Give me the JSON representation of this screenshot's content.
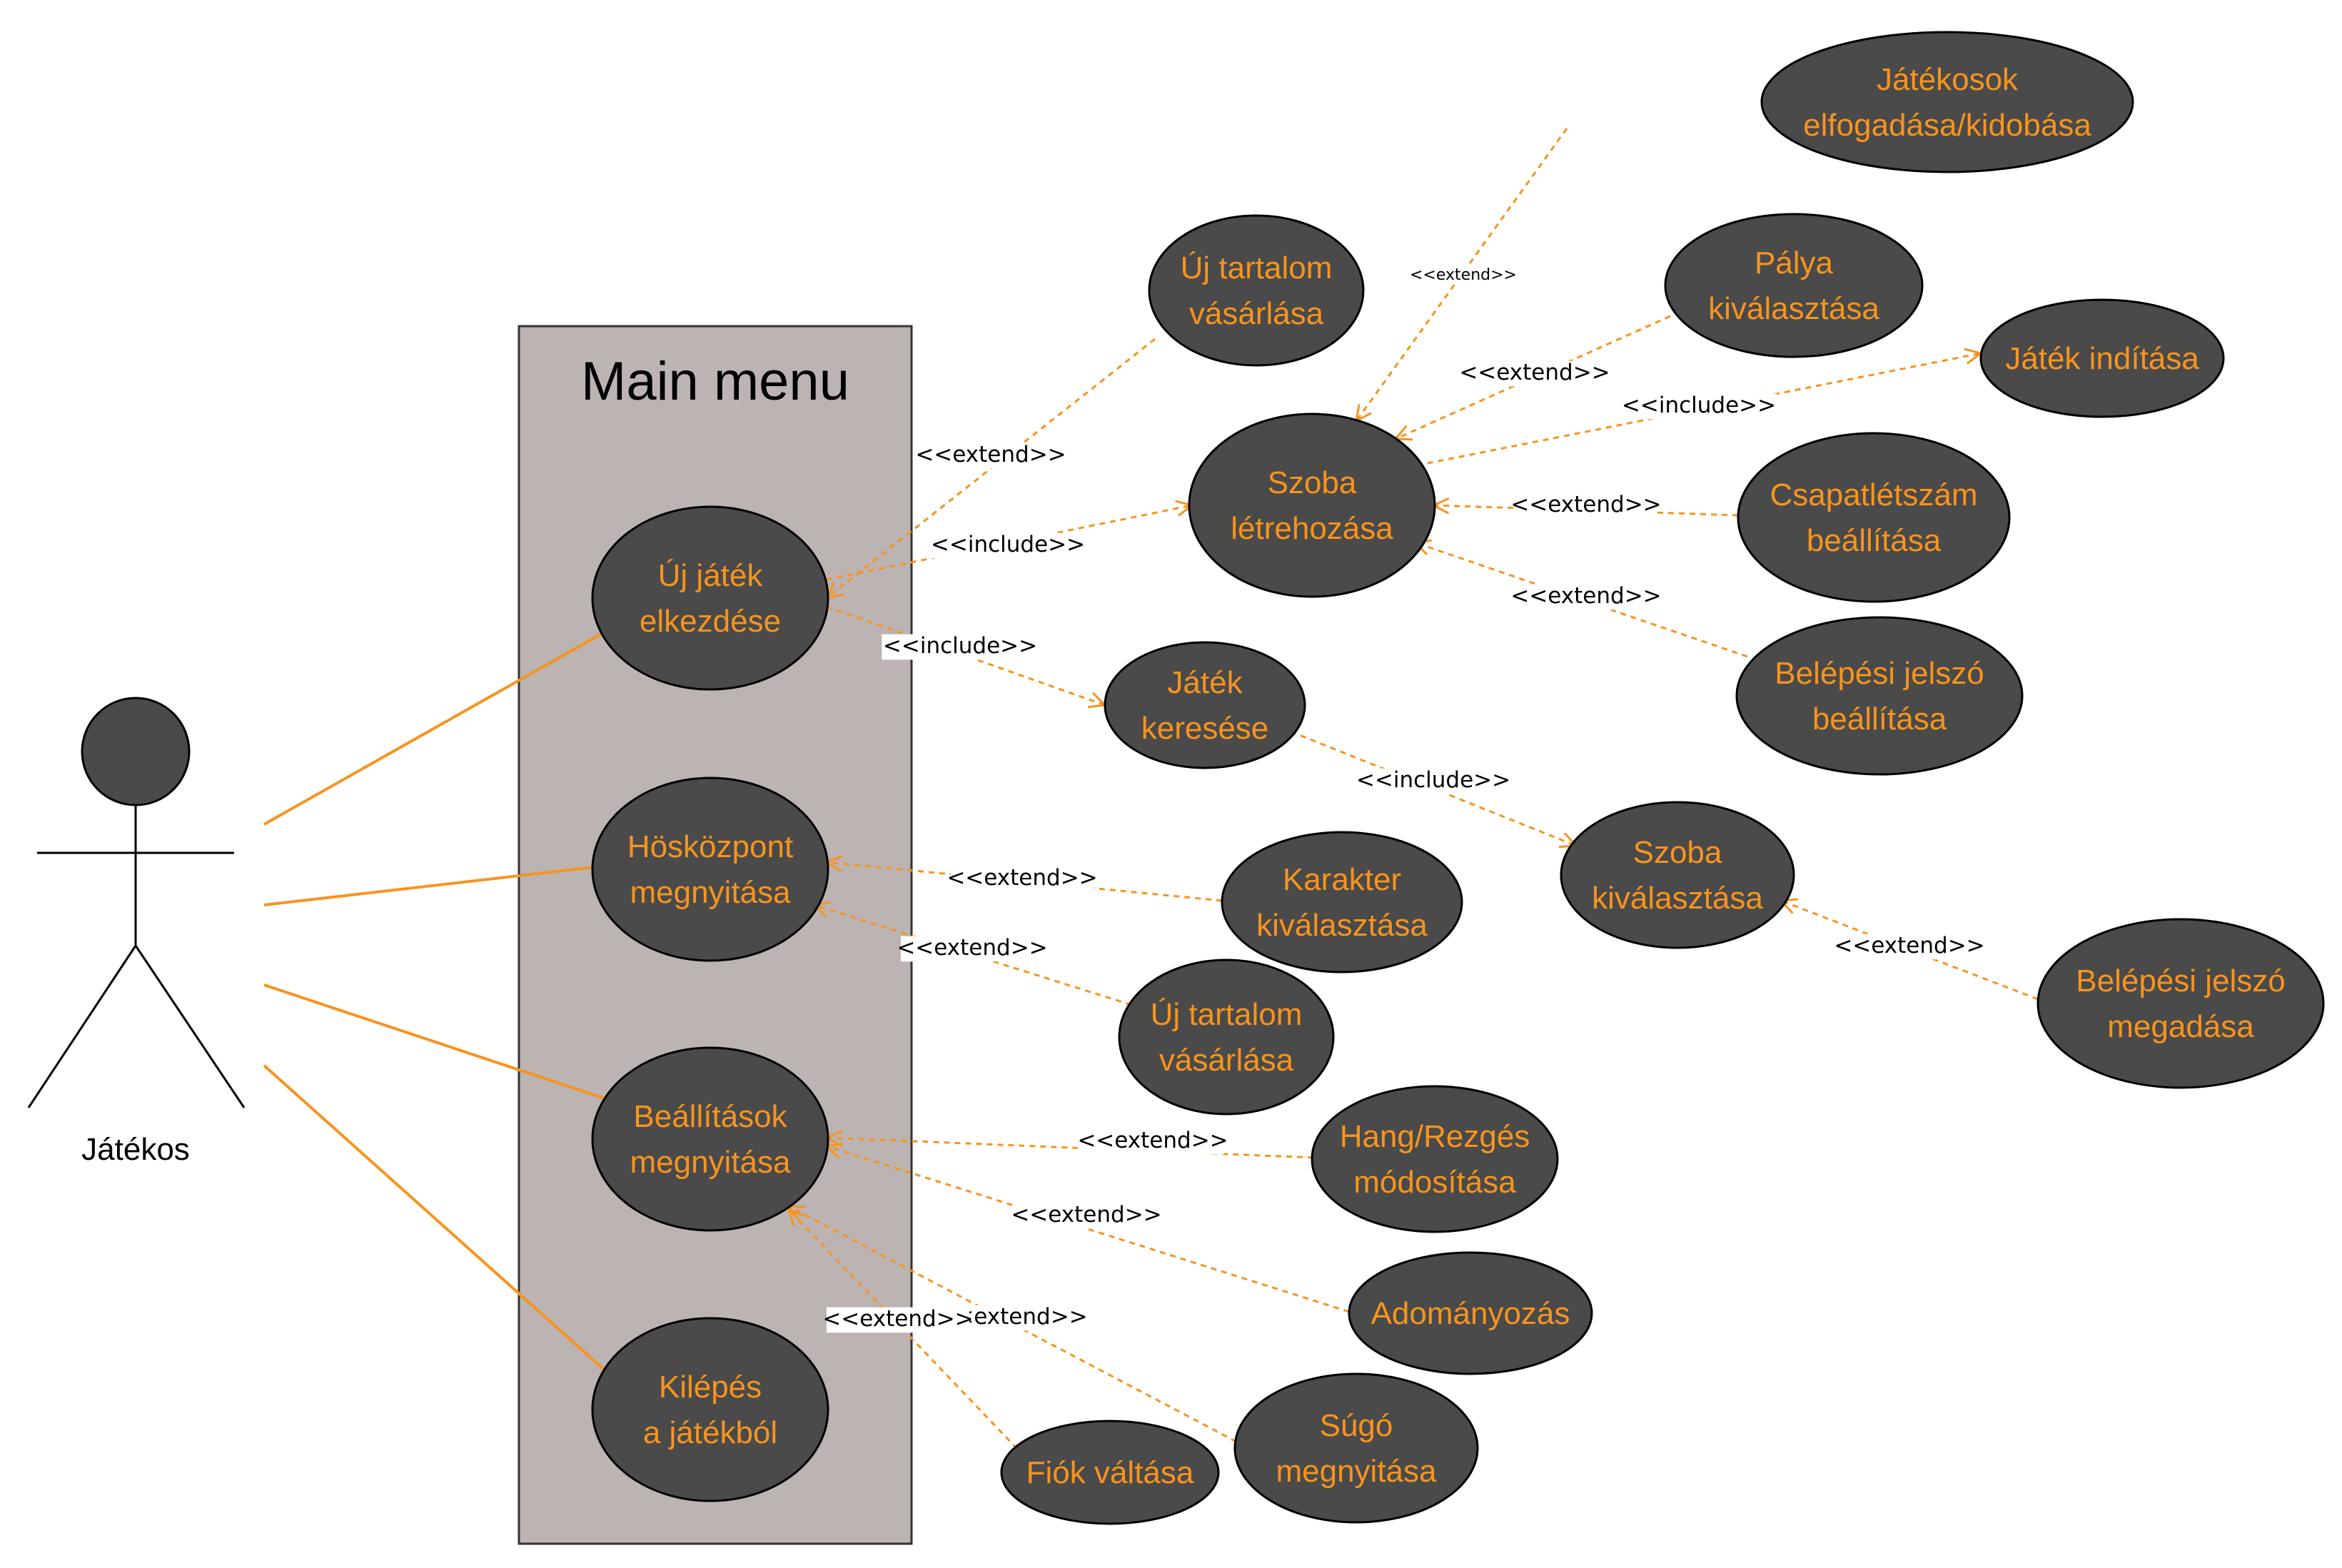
{
  "system": {
    "title": "Main menu"
  },
  "actor": {
    "name": "Játékos"
  },
  "use_cases": [
    {
      "id": "uj_jatek",
      "lines": [
        "Új játék",
        "elkezdése"
      ]
    },
    {
      "id": "hoskozpont",
      "lines": [
        "Hösközpont",
        "megnyitása"
      ]
    },
    {
      "id": "beallitasok",
      "lines": [
        "Beállítások",
        "megnyitása"
      ]
    },
    {
      "id": "kilepes",
      "lines": [
        "Kilépés",
        "a játékból"
      ]
    },
    {
      "id": "uj_tartalom_1",
      "lines": [
        "Új tartalom",
        "vásárlása"
      ]
    },
    {
      "id": "szoba_letrehozasa",
      "lines": [
        "Szoba",
        "létrehozása"
      ]
    },
    {
      "id": "jatek_keresese",
      "lines": [
        "Játék",
        "keresése"
      ]
    },
    {
      "id": "jatekosok_elfogadasa",
      "lines": [
        "Játékosok",
        "elfogadása/kidobása"
      ]
    },
    {
      "id": "palya_kivalasztasa",
      "lines": [
        "Pálya",
        "kiválasztása"
      ]
    },
    {
      "id": "jatek_inditasa",
      "lines": [
        "Játék indítása"
      ]
    },
    {
      "id": "csapatletszam",
      "lines": [
        "Csapatlétszám",
        "beállítása"
      ]
    },
    {
      "id": "belepesi_jelszo_beallitasa",
      "lines": [
        "Belépési jelszó",
        "beállítása"
      ]
    },
    {
      "id": "szoba_kivalasztasa",
      "lines": [
        "Szoba",
        "kiválasztása"
      ]
    },
    {
      "id": "belepesi_jelszo_megadasa",
      "lines": [
        "Belépési jelszó",
        "megadása"
      ]
    },
    {
      "id": "karakter_kivalasztasa",
      "lines": [
        "Karakter",
        "kiválasztása"
      ]
    },
    {
      "id": "uj_tartalom_2",
      "lines": [
        "Új tartalom",
        "vásárlása"
      ]
    },
    {
      "id": "hang_rezges",
      "lines": [
        "Hang/Rezgés",
        "módosítása"
      ]
    },
    {
      "id": "adomanyozas",
      "lines": [
        "Adományozás"
      ]
    },
    {
      "id": "sugo",
      "lines": [
        "Súgó",
        "megnyitása"
      ]
    },
    {
      "id": "fiok_valtasa",
      "lines": [
        "Fiók váltása"
      ]
    }
  ],
  "relations": [
    {
      "from": "uj_tartalom_1",
      "to": "uj_jatek",
      "label": "<<extend>>"
    },
    {
      "from": "uj_jatek",
      "to": "szoba_letrehozasa",
      "label": "<<include>>"
    },
    {
      "from": "uj_jatek",
      "to": "jatek_keresese",
      "label": "<<include>>"
    },
    {
      "from": "jatekosok_elfogadasa",
      "to": "szoba_letrehozasa",
      "label": "<<extend>>"
    },
    {
      "from": "palya_kivalasztasa",
      "to": "szoba_letrehozasa",
      "label": "<<extend>>"
    },
    {
      "from": "szoba_letrehozasa",
      "to": "jatek_inditasa",
      "label": "<<include>>"
    },
    {
      "from": "csapatletszam",
      "to": "szoba_letrehozasa",
      "label": "<<extend>>"
    },
    {
      "from": "belepesi_jelszo_beallitasa",
      "to": "szoba_letrehozasa",
      "label": "<<extend>>"
    },
    {
      "from": "jatek_keresese",
      "to": "szoba_kivalasztasa",
      "label": "<<include>>"
    },
    {
      "from": "belepesi_jelszo_megadasa",
      "to": "szoba_kivalasztasa",
      "label": "<<extend>>"
    },
    {
      "from": "karakter_kivalasztasa",
      "to": "hoskozpont",
      "label": "<<extend>>"
    },
    {
      "from": "uj_tartalom_2",
      "to": "hoskozpont",
      "label": "<<extend>>"
    },
    {
      "from": "hang_rezges",
      "to": "beallitasok",
      "label": "<<extend>>"
    },
    {
      "from": "adomanyozas",
      "to": "beallitasok",
      "label": "<<extend>>"
    },
    {
      "from": "sugo",
      "to": "beallitasok",
      "label": "<<extend>>"
    },
    {
      "from": "fiok_valtasa",
      "to": "beallitasok",
      "label": "<<extend>>"
    }
  ],
  "colors": {
    "accent": "#f7941d",
    "ellipse_fill": "#4a4a4a",
    "system_fill": "#bcb3b3"
  }
}
